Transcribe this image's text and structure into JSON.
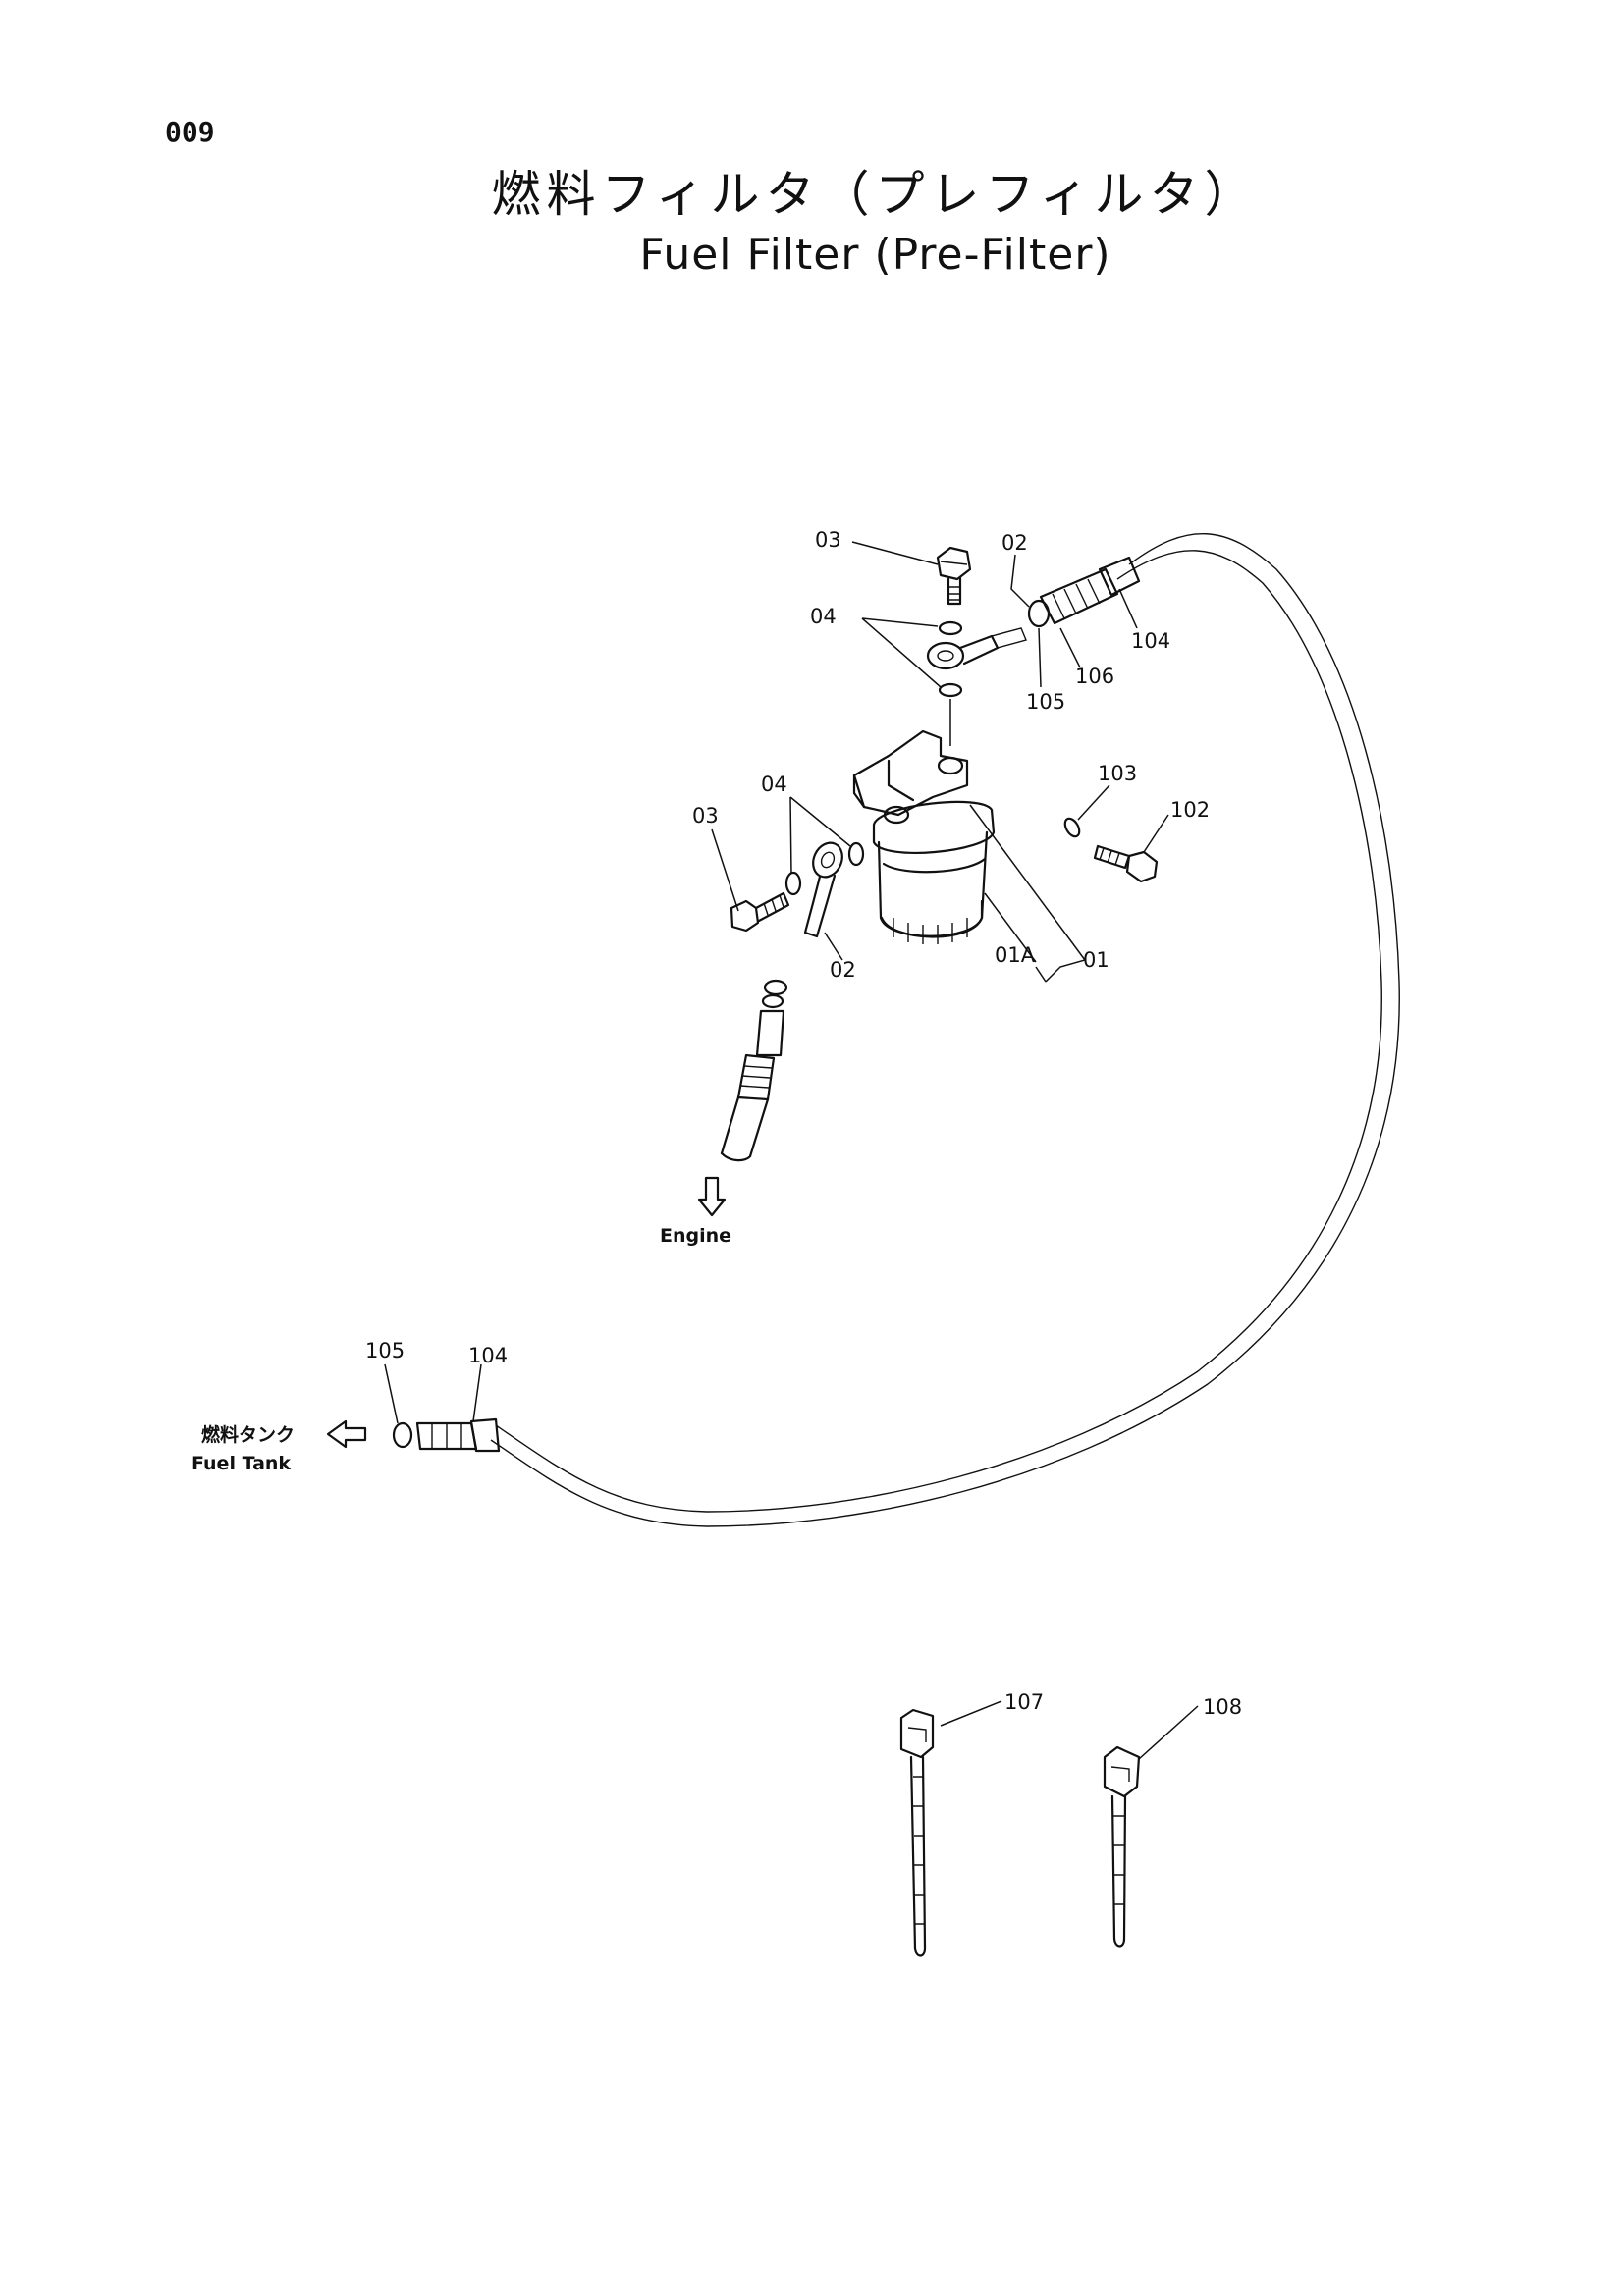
{
  "page_number": "009",
  "title": {
    "japanese": "燃料フィルタ（プレフィルタ）",
    "english": "Fuel Filter (Pre-Filter)"
  },
  "part_labels": {
    "bolt_top": "03",
    "elbow_top": "02",
    "washers_top": "04",
    "hose_top": "104",
    "protector_top": "106",
    "clip_top": "105",
    "washers_left": "04",
    "bolt_left": "03",
    "elbow_left": "02",
    "washer_mount": "103",
    "bolt_mount": "102",
    "element": "01A",
    "filter_assy": "01",
    "clip_bottom": "105",
    "hose_bottom": "104",
    "tie_a": "107",
    "tie_b": "108"
  },
  "destinations": {
    "engine": "Engine",
    "fuel_tank_ja": "燃料タンク",
    "fuel_tank_en": "Fuel Tank"
  }
}
